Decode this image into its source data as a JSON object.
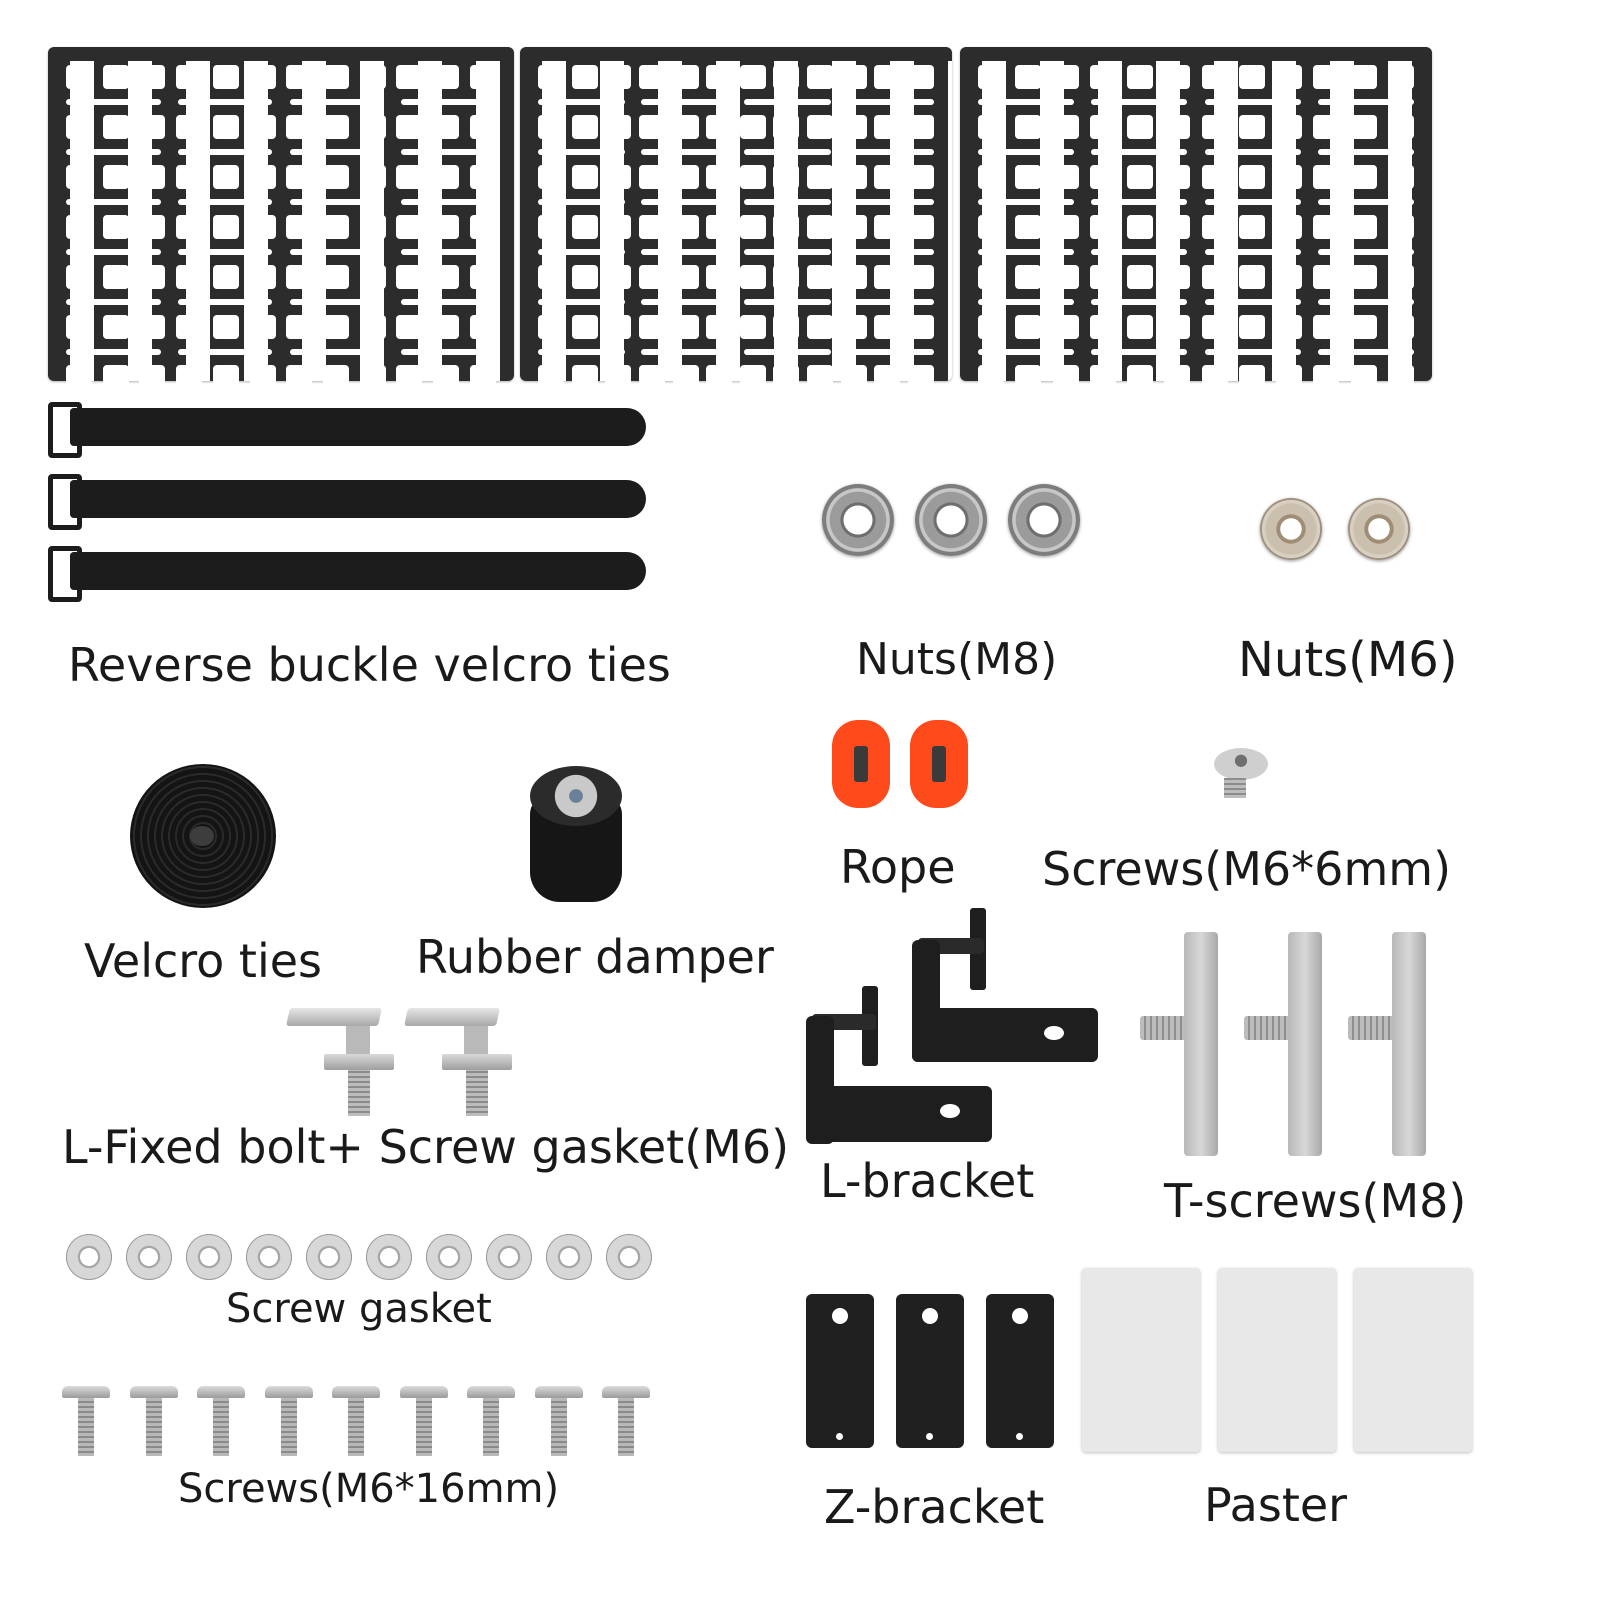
{
  "labels": {
    "velcro_buckle": "Reverse buckle velcro ties",
    "nuts_m8": "Nuts(M8)",
    "nuts_m6": "Nuts(M6)",
    "rope": "Rope",
    "screws_m6_6": "Screws(M6*6mm)",
    "velcro_ties": "Velcro ties",
    "rubber_damper": "Rubber damper",
    "l_fixed_bolt": "L-Fixed bolt+ Screw gasket(M6)",
    "l_bracket": "L-bracket",
    "t_screws": "T-screws(M8)",
    "screw_gasket": "Screw gasket",
    "screws_m6_16": "Screws(M6*16mm)",
    "z_bracket": "Z-bracket",
    "paster": "Paster"
  },
  "colors": {
    "panel": "#2c2c2c",
    "strap": "#1c1c1c",
    "rope": "#ff4a1c",
    "metal": "#b8b8b8"
  }
}
